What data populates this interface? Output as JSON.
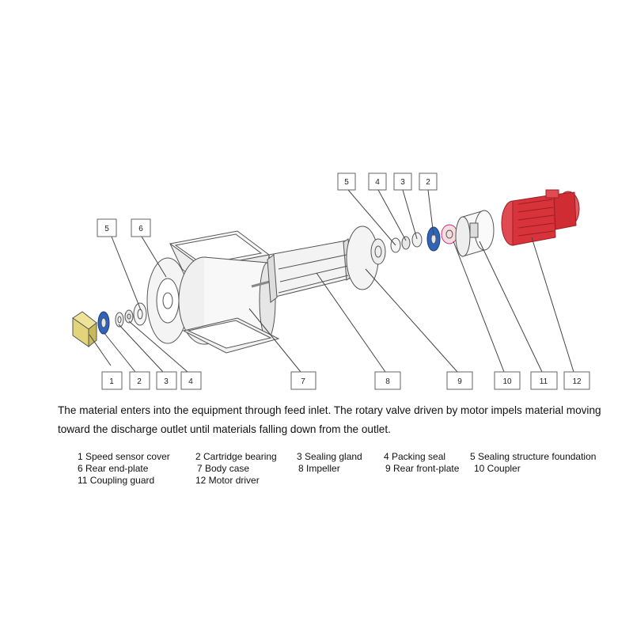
{
  "diagram": {
    "callout_numbers": [
      "1",
      "2",
      "3",
      "4",
      "5",
      "6",
      "7",
      "8",
      "9",
      "10",
      "11",
      "12"
    ],
    "part_colors": {
      "speed_sensor_cover": "#e3d47a",
      "cartridge_bearing": "#2f64b8",
      "motor_driver": "#d8323a",
      "outline": "#555555"
    }
  },
  "description": "The material enters into the equipment through feed inlet. The rotary valve driven by motor impels material moving toward the discharge outlet until materials falling down from the outlet.",
  "legend": [
    "1 Speed sensor cover",
    "2 Cartridge bearing",
    "3   Sealing gland",
    "4 Packing seal",
    "5 Sealing structure foundation",
    "6 Rear end-plate",
    "7 Body case",
    "8   Impeller",
    "9 Rear front-plate",
    "10 Coupler",
    "11 Coupling guard",
    "12 Motor driver"
  ]
}
